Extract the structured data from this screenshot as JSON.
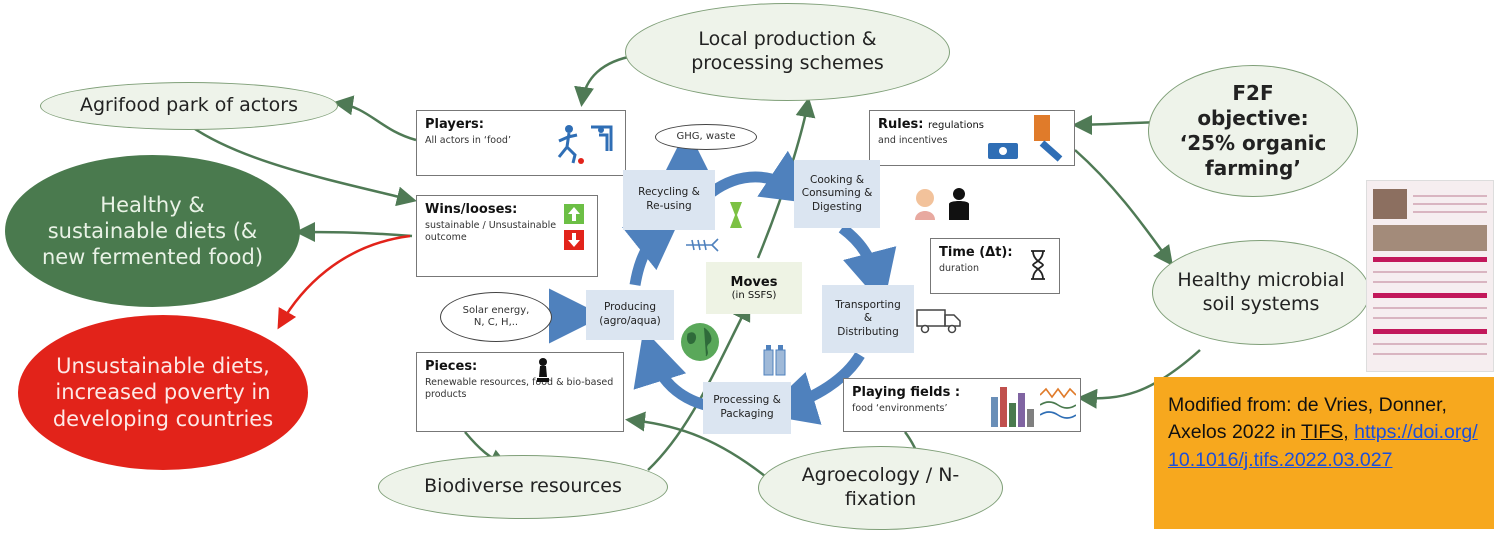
{
  "outer": {
    "agrifood": "Agrifood park of actors",
    "local_production": "Local production & processing schemes",
    "f2f": "F2F objective: ‘25% organic farming’",
    "healthy_diets": "Healthy & sustainable diets (& new fermented food)",
    "unsustainable": "Unsustainable diets, increased poverty in developing countries",
    "microbial": "Healthy microbial soil systems",
    "biodiverse": "Biodiverse resources",
    "agroecology": "Agroecology / N-fixation"
  },
  "boxes": {
    "players": {
      "title": "Players:",
      "sub": "All actors in ‘food’"
    },
    "wins": {
      "title": "Wins/looses:",
      "sub": "sustainable / Unsustainable outcome"
    },
    "rules": {
      "title": "Rules:",
      "title_rest": "regulations",
      "sub": "and incentives"
    },
    "time": {
      "title": "Time (Δt):",
      "sub": "duration"
    },
    "pieces": {
      "title": "Pieces:",
      "sub": "Renewable resources, food & bio-based products"
    },
    "fields": {
      "title": "Playing fields :",
      "sub": "food ‘environments’"
    }
  },
  "cycle": {
    "recycling": "Recycling & Re-using",
    "cooking": "Cooking & Consuming & Digesting",
    "transporting": "Transporting & Distributing",
    "processing": "Processing & Packaging",
    "producing": "Producing (agro/aqua)",
    "moves_title": "Moves",
    "moves_sub": "(in SSFS)",
    "ghg": "GHG, waste",
    "solar": "Solar energy, N, C, H,.."
  },
  "reference": {
    "line1": "Modified from: de Vries, Donner, Axelos 2022 in",
    "journal": "TIFS,",
    "doi": "https://doi.org/10.1016/j.tifs.2022.03.027"
  },
  "colors": {
    "green_ellipse": "#4a7a4e",
    "red_ellipse": "#e2231a",
    "arrow_green": "#4f7a55",
    "arrow_red": "#e2231a",
    "cycle_blue": "#4f81bd",
    "reference_box": "#f7a81e"
  },
  "icons": [
    "running-player-icon",
    "arrow-up-icon",
    "arrow-down-icon",
    "regulation-hand-icon",
    "wallet-icon",
    "hourglass-icon",
    "chess-pawn-icon",
    "bar-chart-icon",
    "wave-icon",
    "truck-icon",
    "globe-icon",
    "bottles-icon",
    "fish-bone-icon",
    "digestion-person-icon"
  ]
}
